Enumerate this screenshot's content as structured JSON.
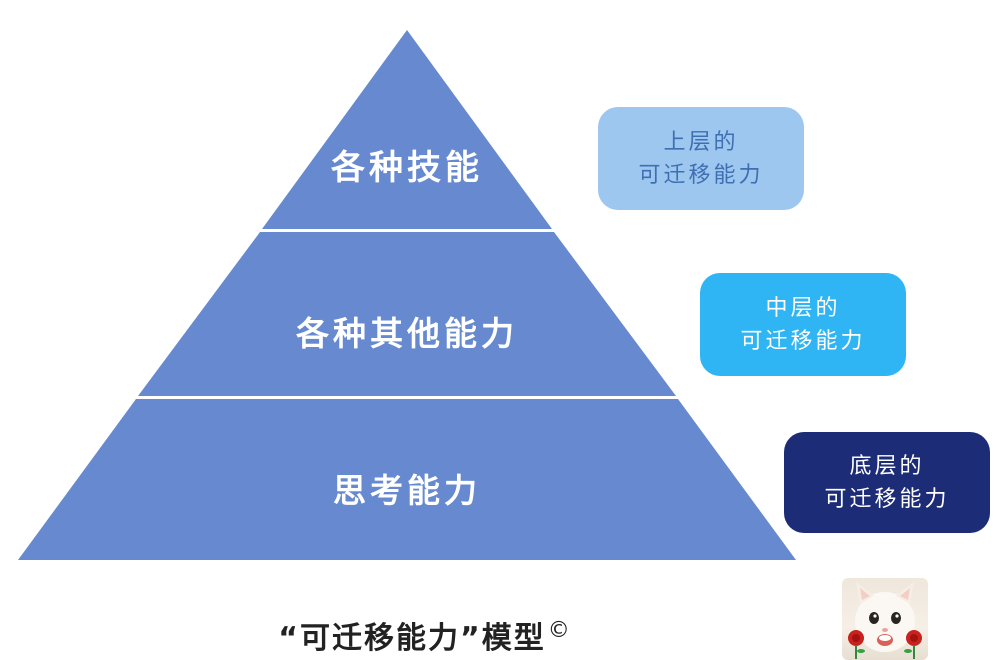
{
  "pyramid": {
    "tiers": [
      {
        "label": "各种技能",
        "color": "#6689cf"
      },
      {
        "label": "各种其他能力",
        "color": "#6689cf"
      },
      {
        "label": "思考能力",
        "color": "#6689cf"
      }
    ],
    "divider_color": "#ffffff"
  },
  "badges": [
    {
      "line1": "上层的",
      "line2": "可迁移能力",
      "bg": "#9dc7ef",
      "fg": "#3f6fb3"
    },
    {
      "line1": "中层的",
      "line2": "可迁移能力",
      "bg": "#2fb5f3",
      "fg": "#ffffff"
    },
    {
      "line1": "底层的",
      "line2": "可迁移能力",
      "bg": "#1d2c77",
      "fg": "#ffffff"
    }
  ],
  "caption": {
    "text": "“可迁移能力”模型",
    "mark": "©"
  },
  "sticker": {
    "icon": "cat-with-roses-icon"
  }
}
